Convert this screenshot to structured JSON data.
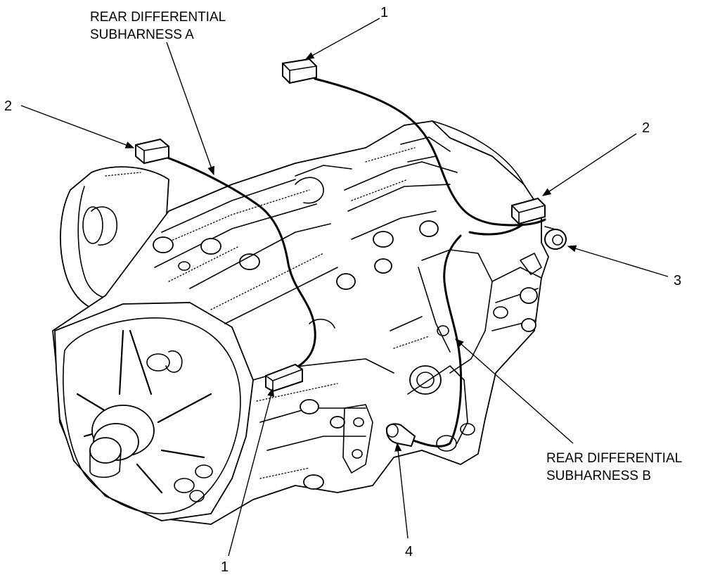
{
  "labels": {
    "harness_a_line1": "REAR DIFFERENTIAL",
    "harness_a_line2": "SUBHARNESS A",
    "harness_b_line1": "REAR DIFFERENTIAL",
    "harness_b_line2": "SUBHARNESS B"
  },
  "callouts": {
    "c1_top": "1",
    "c1_bottom": "1",
    "c2_left": "2",
    "c2_right": "2",
    "c3": "3",
    "c4": "4"
  }
}
